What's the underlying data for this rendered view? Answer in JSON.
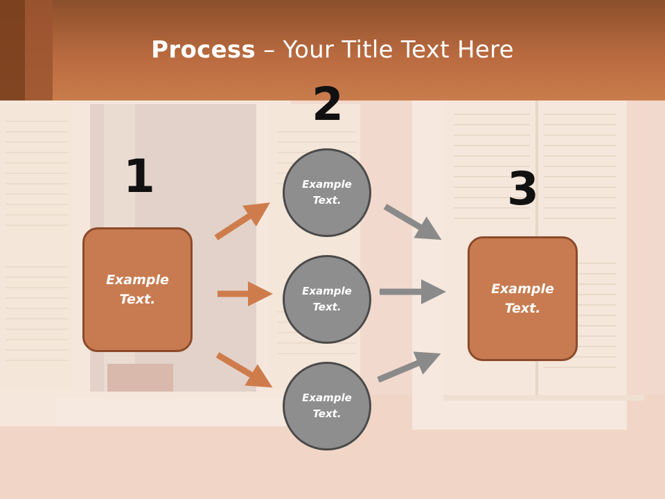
{
  "slide": {
    "title_bold": "Process",
    "title_rest": " – Your Title Text Here"
  },
  "steps": {
    "one": {
      "number": "1",
      "text_line1": "Example",
      "text_line2": "Text."
    },
    "two": {
      "number": "2"
    },
    "three": {
      "number": "3",
      "text_line1": "Example",
      "text_line2": "Text."
    }
  },
  "circles": [
    {
      "line1": "Example",
      "line2": "Text."
    },
    {
      "line1": "Example",
      "line2": "Text."
    },
    {
      "line1": "Example",
      "line2": "Text."
    }
  ],
  "colors": {
    "accent": "#c87b50",
    "accent_border": "#8b4a2a",
    "circle_fill": "#8e8e8e",
    "circle_border": "#4a4a4a",
    "orange_arrow": "#cf7c4c",
    "gray_arrow": "#8a8a8a"
  }
}
